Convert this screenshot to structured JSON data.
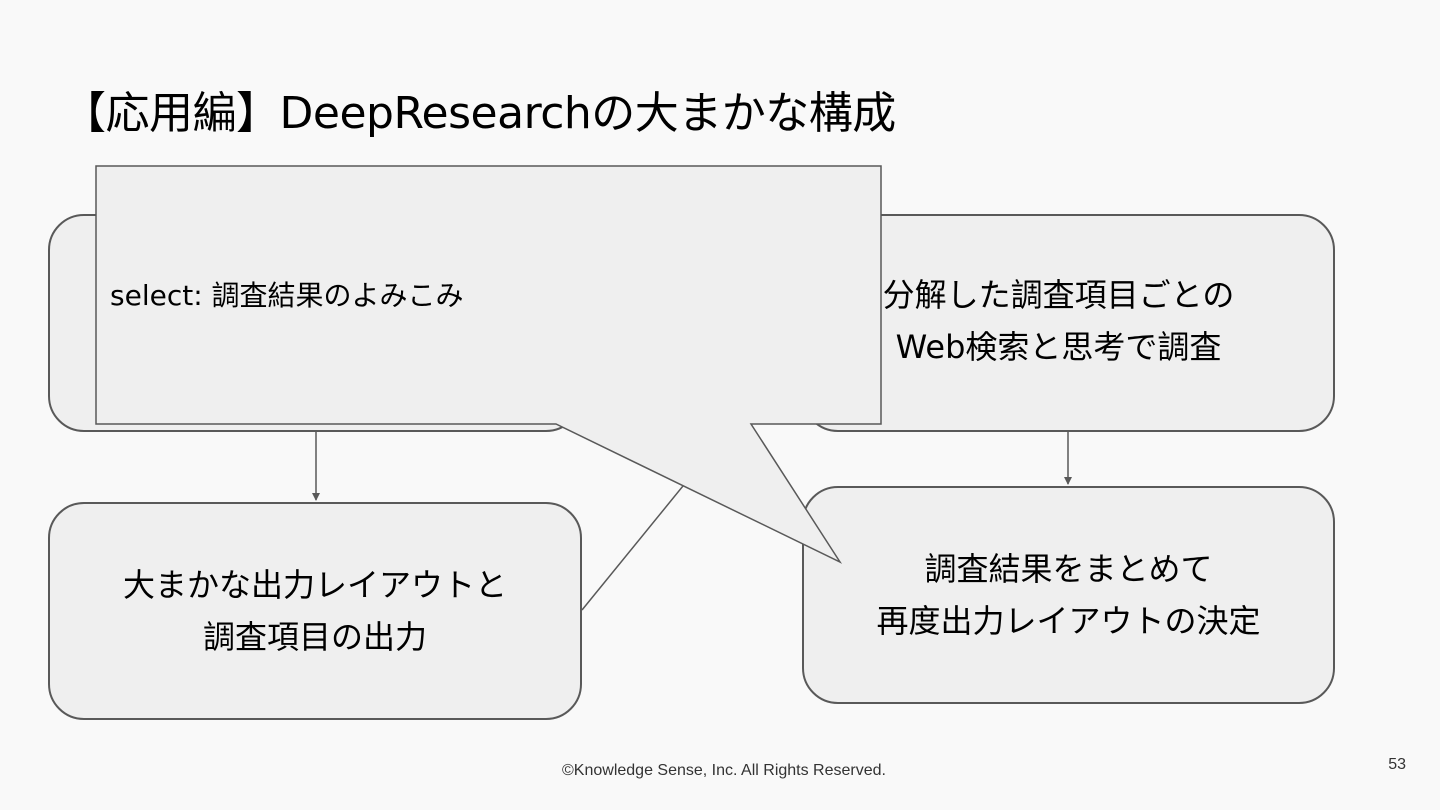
{
  "slide": {
    "title": "【応用編】DeepResearchの大まかな構成",
    "footer": "©Knowledge Sense, Inc. All Rights Reserved.",
    "page_number": "53"
  },
  "diagram": {
    "boxes": {
      "top_right": "分解した調査項目ごとの\nWeb検索と思考で調査",
      "bottom_left": "大まかな出力レイアウトと\n調査項目の出力",
      "bottom_right": "調査結果をまとめて\n再度出力レイアウトの決定"
    },
    "callout": "select: 調査結果のよみこみ"
  },
  "colors": {
    "background": "#f9f9f9",
    "box_fill": "#efefef",
    "stroke": "#595959"
  }
}
